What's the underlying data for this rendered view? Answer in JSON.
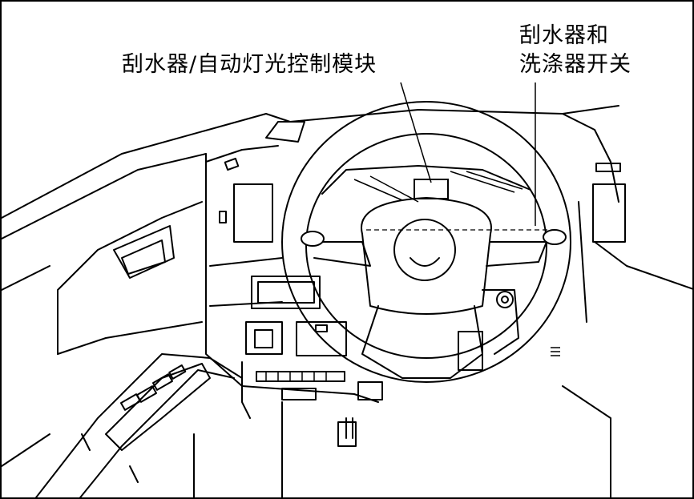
{
  "labels": {
    "wiper_light_module": "刮水器/自动灯光控制模块",
    "wiper_washer_switch_line1": "刮水器和",
    "wiper_washer_switch_line2": "洗涤器开关"
  },
  "colors": {
    "ink": "#000000",
    "paper": "#ffffff"
  }
}
